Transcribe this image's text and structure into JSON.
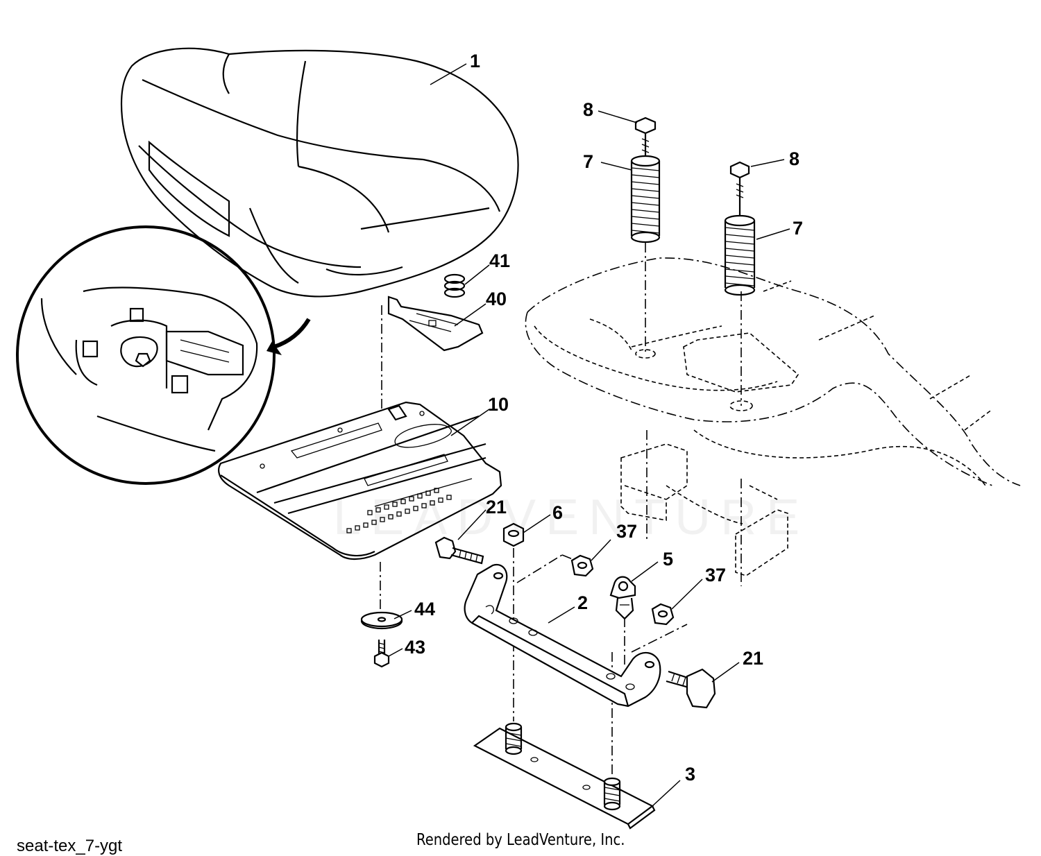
{
  "diagram": {
    "callouts": [
      {
        "id": "1",
        "text": "1"
      },
      {
        "id": "8a",
        "text": "8"
      },
      {
        "id": "8b",
        "text": "8"
      },
      {
        "id": "7a",
        "text": "7"
      },
      {
        "id": "7b",
        "text": "7"
      },
      {
        "id": "41",
        "text": "41"
      },
      {
        "id": "40",
        "text": "40"
      },
      {
        "id": "10",
        "text": "10"
      },
      {
        "id": "21a",
        "text": "21"
      },
      {
        "id": "6",
        "text": "6"
      },
      {
        "id": "37a",
        "text": "37"
      },
      {
        "id": "5",
        "text": "5"
      },
      {
        "id": "37b",
        "text": "37"
      },
      {
        "id": "2",
        "text": "2"
      },
      {
        "id": "44",
        "text": "44"
      },
      {
        "id": "43",
        "text": "43"
      },
      {
        "id": "21b",
        "text": "21"
      },
      {
        "id": "3",
        "text": "3"
      }
    ]
  },
  "footer": {
    "code": "seat-tex_7-ygt",
    "credit": "Rendered by LeadVenture, Inc."
  },
  "watermark": {
    "text": "LEADVENTURE"
  }
}
